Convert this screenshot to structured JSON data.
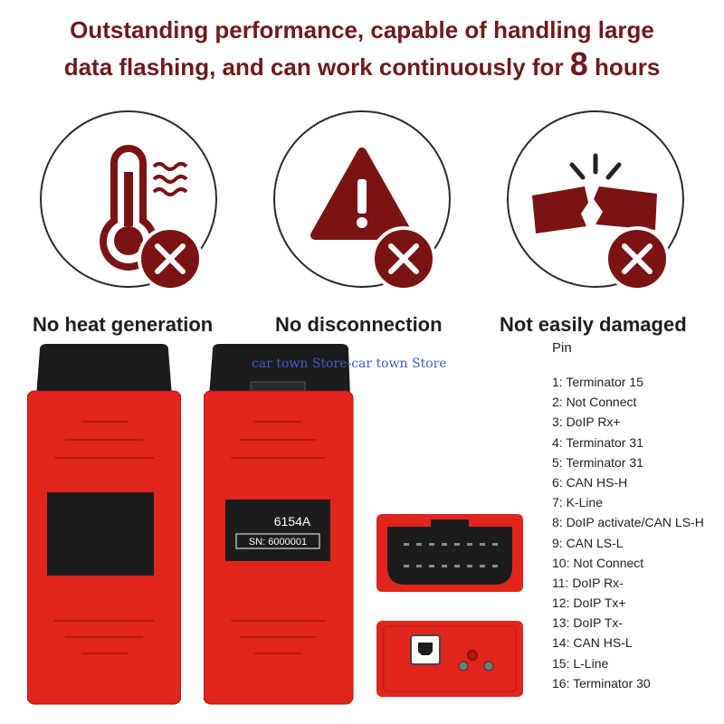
{
  "headline": {
    "line1": "Outstanding performance, capable of handling large",
    "line2_before": "data flashing, and can work continuously for ",
    "line2_number": "8",
    "line2_after": " hours"
  },
  "features": [
    {
      "label": "No heat generation",
      "icon": "thermometer-icon"
    },
    {
      "label": "No disconnection",
      "icon": "warning-triangle-icon"
    },
    {
      "label": "Not easily damaged",
      "icon": "broken-block-icon"
    }
  ],
  "watermark": "car town Store-car town Store",
  "device": {
    "model": "6154A",
    "serial": "SN: 6000001"
  },
  "pinout": {
    "title": "Pin",
    "pins": [
      "1: Terminator 15",
      "2: Not Connect",
      "3: DoIP Rx+",
      "4: Terminator 31",
      "5: Terminator 31",
      "6: CAN HS-H",
      "7: K-Line",
      "8: DoIP activate/CAN LS-H",
      "9: CAN LS-L",
      "10: Not Connect",
      "11: DoIP Rx-",
      "12: DoIP Tx+",
      "13: DoIP Tx-",
      "14: CAN HS-L",
      "15: L-Line",
      "16: Terminator 30"
    ]
  },
  "colors": {
    "heading": "#6e1a1c",
    "icon": "#7a1414",
    "device_red": "#e0251c",
    "device_black": "#1c1c1c"
  }
}
